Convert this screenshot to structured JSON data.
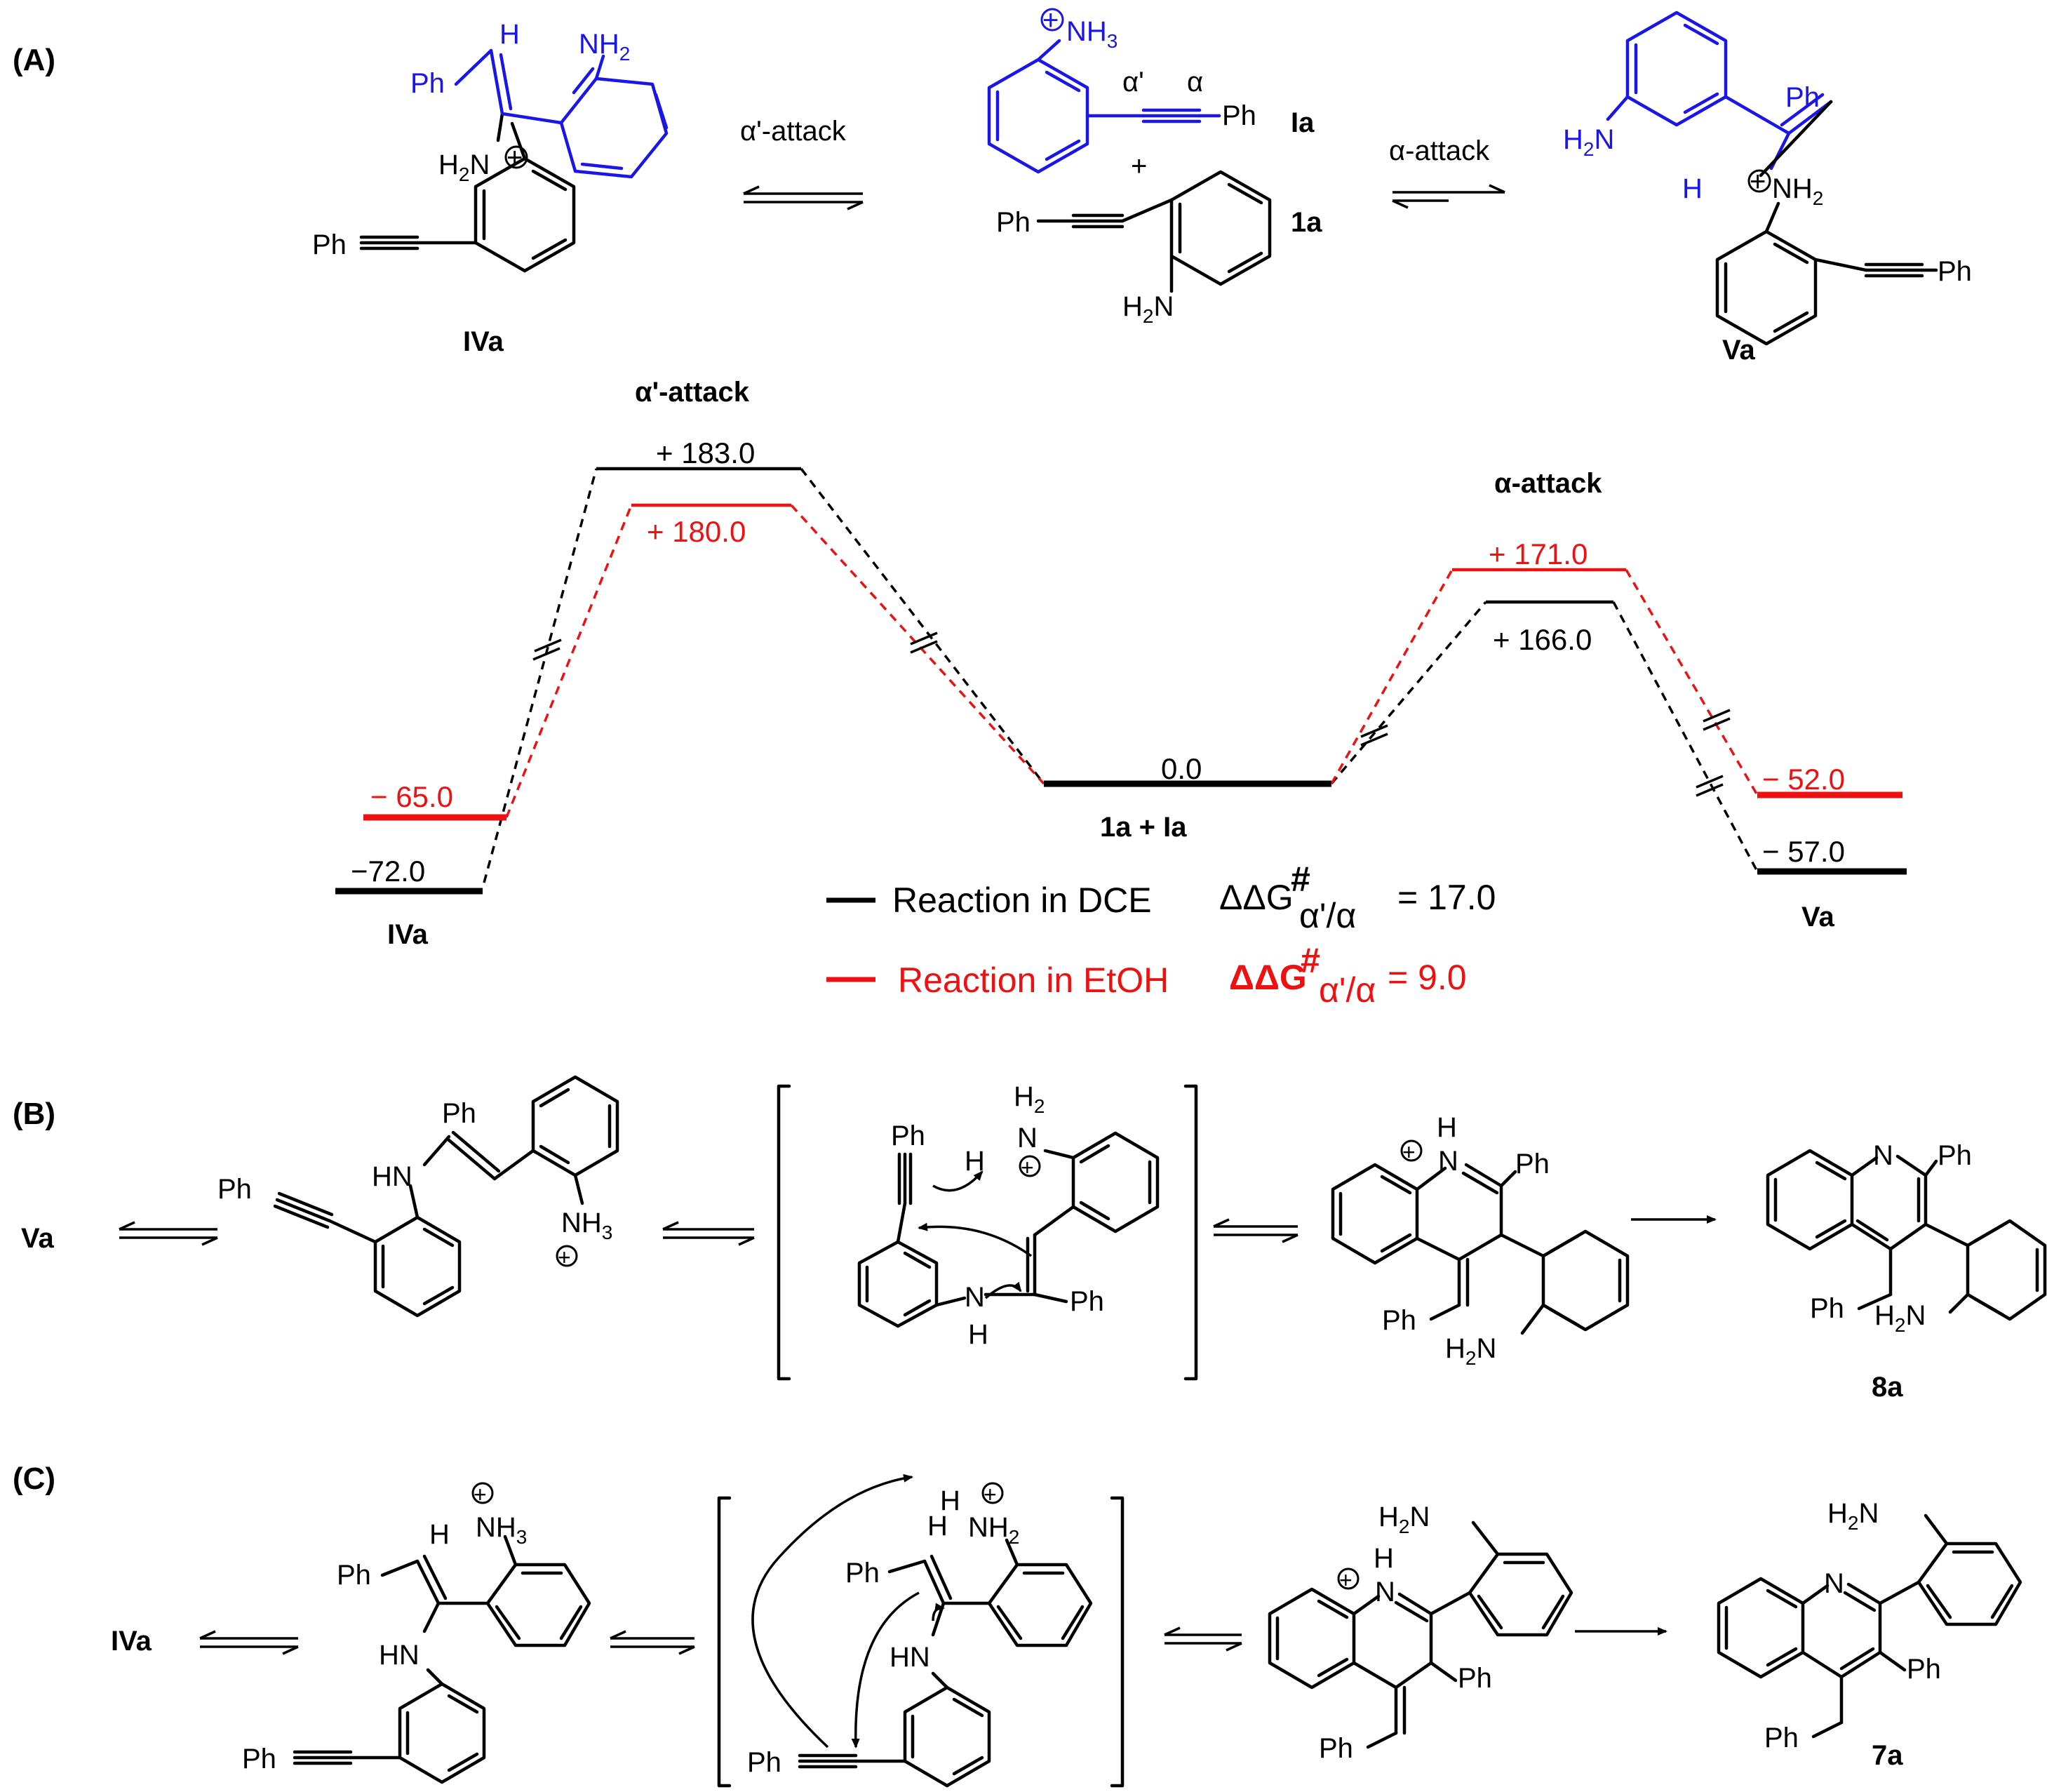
{
  "panels": {
    "A": "(A)",
    "B": "(B)",
    "C": "(C)"
  },
  "colors": {
    "dce": "#000000",
    "etoh": "#ee1111",
    "highlight": "#1a16e8"
  },
  "schemeA": {
    "left_compound": "IVa",
    "right_compound": "Va",
    "reactant_cation": "Ia",
    "reactant_neutral": "1a",
    "plus": "+",
    "arrow_left_label": "α'-attack",
    "arrow_right_label": "α-attack",
    "alpha_prime": "α'",
    "alpha": "α",
    "ph": "Ph",
    "nh2": "NH",
    "nh3": "NH",
    "h2n": "H",
    "h2n_sub": "2",
    "h": "H",
    "n": "N"
  },
  "energy_diagram": {
    "alpha_prime_title": "α'-attack",
    "alpha_title": "α-attack",
    "center_label": "1a  +  Ia",
    "levels": {
      "IVa_dce": "−72.0",
      "IVa_etoh": "− 65.0",
      "TS_prime_dce": "+ 183.0",
      "TS_prime_etoh": "+ 180.0",
      "center": "0.0",
      "TS_alpha_etoh": "+ 171.0",
      "TS_alpha_dce": "+ 166.0",
      "Va_etoh": "− 52.0",
      "Va_dce": "− 57.0"
    },
    "left_label": "IVa",
    "right_label": "Va",
    "legend": [
      {
        "name": "Reaction in DCE",
        "ddg": "ΔΔG",
        "sup": "#",
        "sub": "α'/α",
        "value": "= 17.0"
      },
      {
        "name": "Reaction in EtOH",
        "ddg": "ΔΔG",
        "sup": "#",
        "sub": "α'/α",
        "value": "= 9.0"
      }
    ]
  },
  "schemeB": {
    "start": "Va",
    "product": "8a"
  },
  "schemeC": {
    "start": "IVa",
    "product": "7a"
  }
}
